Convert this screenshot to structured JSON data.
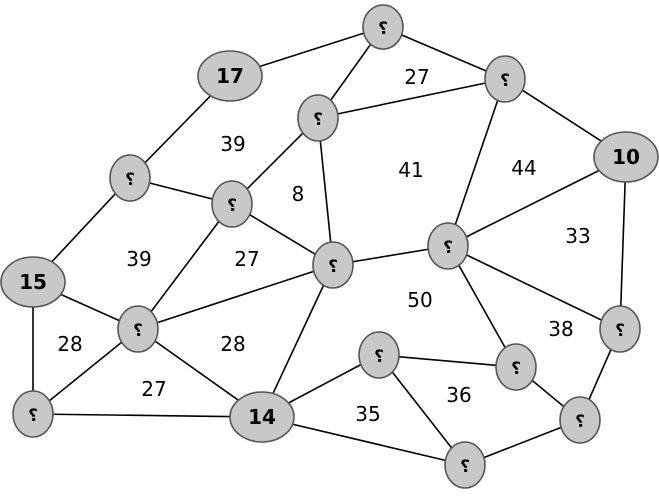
{
  "colors": {
    "node_fill": "#c8c8c8",
    "node_stroke": "#555555",
    "edge": "#000000",
    "background": "#ffffff"
  },
  "nodes": [
    {
      "id": "n1",
      "label": "؟"
    },
    {
      "id": "n2",
      "label": "17"
    },
    {
      "id": "n3",
      "label": "؟"
    },
    {
      "id": "n4",
      "label": "؟"
    },
    {
      "id": "n5",
      "label": "10"
    },
    {
      "id": "n6",
      "label": "؟"
    },
    {
      "id": "n7",
      "label": "؟"
    },
    {
      "id": "n8",
      "label": "؟"
    },
    {
      "id": "n9",
      "label": "؟"
    },
    {
      "id": "n10",
      "label": "15"
    },
    {
      "id": "n11",
      "label": "؟"
    },
    {
      "id": "n12",
      "label": "؟"
    },
    {
      "id": "n13",
      "label": "؟"
    },
    {
      "id": "n14",
      "label": "؟"
    },
    {
      "id": "n15",
      "label": "؟"
    },
    {
      "id": "n16",
      "label": "14"
    },
    {
      "id": "n17",
      "label": "؟"
    },
    {
      "id": "n18",
      "label": "؟"
    }
  ],
  "edges": [
    [
      "n1",
      "n2"
    ],
    [
      "n1",
      "n4"
    ],
    [
      "n1",
      "n3"
    ],
    [
      "n4",
      "n5"
    ],
    [
      "n4",
      "n3"
    ],
    [
      "n4",
      "n9"
    ],
    [
      "n2",
      "n6"
    ],
    [
      "n3",
      "n7"
    ],
    [
      "n3",
      "n8"
    ],
    [
      "n6",
      "n10"
    ],
    [
      "n6",
      "n7"
    ],
    [
      "n7",
      "n8"
    ],
    [
      "n7",
      "n11"
    ],
    [
      "n5",
      "n9"
    ],
    [
      "n5",
      "n12"
    ],
    [
      "n9",
      "n8"
    ],
    [
      "n9",
      "n12"
    ],
    [
      "n9",
      "n14"
    ],
    [
      "n10",
      "n11"
    ],
    [
      "n10",
      "n15"
    ],
    [
      "n11",
      "n8"
    ],
    [
      "n11",
      "n15"
    ],
    [
      "n11",
      "n16"
    ],
    [
      "n8",
      "n16"
    ],
    [
      "n16",
      "n15"
    ],
    [
      "n16",
      "n13"
    ],
    [
      "n16",
      "n18"
    ],
    [
      "n13",
      "n14"
    ],
    [
      "n13",
      "n18"
    ],
    [
      "n14",
      "n17"
    ],
    [
      "n12",
      "n17"
    ],
    [
      "n17",
      "n18"
    ]
  ],
  "face_labels": [
    "27",
    "39",
    "8",
    "41",
    "44",
    "33",
    "39",
    "27",
    "50",
    "38",
    "28",
    "28",
    "27",
    "36",
    "35"
  ]
}
